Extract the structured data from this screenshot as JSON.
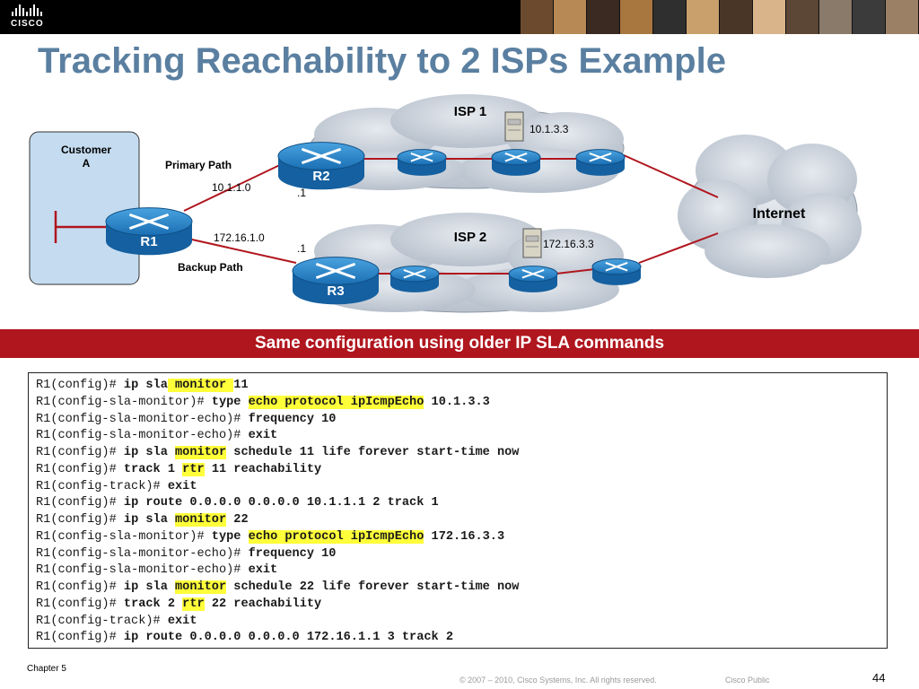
{
  "header": {
    "logo_text": "CISCO",
    "title": "Tracking Reachability to 2 ISPs Example",
    "photo_colors": [
      "#6b4a2e",
      "#b78a55",
      "#3a2a22",
      "#a8763f",
      "#2f2f2f",
      "#c9a06b",
      "#4a3626",
      "#d9b38a",
      "#5c4636",
      "#8a7a6a",
      "#3b3b3b",
      "#9c8066"
    ]
  },
  "diagram": {
    "isp1_label": "ISP 1",
    "isp2_label": "ISP 2",
    "internet_label": "Internet",
    "customer_label_line1": "Customer",
    "customer_label_line2": "A",
    "primary_path_label": "Primary Path",
    "backup_path_label": "Backup Path",
    "net_primary": "10.1.1.0",
    "net_backup": "172.16.1.0",
    "dot1_primary": ".1",
    "dot1_backup": ".1",
    "server1_ip": "10.1.3.3",
    "server2_ip": "172.16.3.3",
    "r1_label": "R1",
    "r2_label": "R2",
    "r3_label": "R3",
    "colors": {
      "router": "#1f7fc4",
      "link": "#b0161e",
      "cloud": "#c9d0da",
      "customer_box": "#c5dcf0"
    }
  },
  "banner": {
    "text": "Same configuration using older IP SLA commands"
  },
  "code": {
    "lines": [
      {
        "prompt": "R1(config)# ",
        "parts": [
          {
            "t": "ip sla",
            "h": false
          },
          {
            "t": " monitor ",
            "h": true
          },
          {
            "t": "11",
            "h": false
          }
        ]
      },
      {
        "prompt": "R1(config-sla-monitor)# ",
        "parts": [
          {
            "t": "type ",
            "h": false
          },
          {
            "t": "echo protocol ipIcmpEcho",
            "h": true
          },
          {
            "t": " 10.1.3.3",
            "h": false
          }
        ]
      },
      {
        "prompt": "R1(config-sla-monitor-echo)# ",
        "parts": [
          {
            "t": "frequency 10",
            "h": false
          }
        ]
      },
      {
        "prompt": "R1(config-sla-monitor-echo)# ",
        "parts": [
          {
            "t": "exit",
            "h": false
          }
        ]
      },
      {
        "prompt": "R1(config)# ",
        "parts": [
          {
            "t": "ip sla ",
            "h": false
          },
          {
            "t": "monitor",
            "h": true
          },
          {
            "t": " schedule 11 life forever start-time now",
            "h": false
          }
        ]
      },
      {
        "prompt": "R1(config)# ",
        "parts": [
          {
            "t": "track 1 ",
            "h": false
          },
          {
            "t": "rtr",
            "h": true
          },
          {
            "t": " 11 reachability",
            "h": false
          }
        ]
      },
      {
        "prompt": "R1(config-track)# ",
        "parts": [
          {
            "t": "exit",
            "h": false
          }
        ]
      },
      {
        "prompt": "R1(config)# ",
        "parts": [
          {
            "t": "ip route 0.0.0.0 0.0.0.0 10.1.1.1 2 track 1",
            "h": false
          }
        ]
      },
      {
        "prompt": "R1(config)# ",
        "parts": [
          {
            "t": "ip sla ",
            "h": false
          },
          {
            "t": "monitor",
            "h": true
          },
          {
            "t": " 22",
            "h": false
          }
        ]
      },
      {
        "prompt": "R1(config-sla-monitor)# ",
        "parts": [
          {
            "t": "type ",
            "h": false
          },
          {
            "t": "echo protocol ipIcmpEcho",
            "h": true
          },
          {
            "t": " 172.16.3.3",
            "h": false
          }
        ]
      },
      {
        "prompt": "R1(config-sla-monitor-echo)# ",
        "parts": [
          {
            "t": "frequency 10",
            "h": false
          }
        ]
      },
      {
        "prompt": "R1(config-sla-monitor-echo)# ",
        "parts": [
          {
            "t": "exit",
            "h": false
          }
        ]
      },
      {
        "prompt": "R1(config)# ",
        "parts": [
          {
            "t": "ip sla ",
            "h": false
          },
          {
            "t": "monitor",
            "h": true
          },
          {
            "t": " schedule 22 life forever start-time now",
            "h": false
          }
        ]
      },
      {
        "prompt": "R1(config)# ",
        "parts": [
          {
            "t": "track 2 ",
            "h": false
          },
          {
            "t": "rtr",
            "h": true
          },
          {
            "t": " 22 reachability",
            "h": false
          }
        ]
      },
      {
        "prompt": "R1(config-track)# ",
        "parts": [
          {
            "t": "exit",
            "h": false
          }
        ]
      },
      {
        "prompt": "R1(config)# ",
        "parts": [
          {
            "t": "ip route 0.0.0.0 0.0.0.0 172.16.1.1 3 track 2",
            "h": false
          }
        ]
      }
    ]
  },
  "footer": {
    "chapter": "Chapter 5",
    "copyright": "© 2007 – 2010, Cisco Systems, Inc. All rights reserved.",
    "classification": "Cisco Public",
    "page_number": "44"
  }
}
